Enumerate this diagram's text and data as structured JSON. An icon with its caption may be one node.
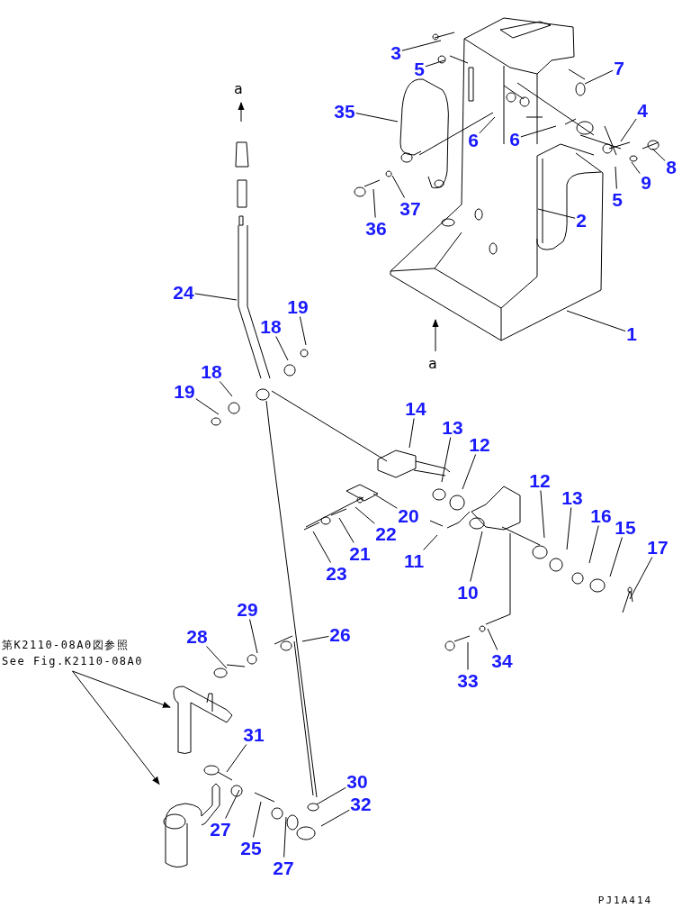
{
  "diagram": {
    "nodes": [
      {
        "text": [
          "3"
        ]
      },
      {
        "text": [
          "5"
        ]
      },
      {
        "text": [
          "7"
        ]
      },
      {
        "text": [
          "35"
        ]
      },
      {
        "text": [
          "4"
        ]
      },
      {
        "text": [
          "6"
        ]
      },
      {
        "text": [
          "6"
        ]
      },
      {
        "text": [
          "8"
        ]
      },
      {
        "text": [
          "9"
        ]
      },
      {
        "text": [
          "5"
        ]
      },
      {
        "text": [
          "2"
        ]
      },
      {
        "text": [
          "37"
        ]
      },
      {
        "text": [
          "36"
        ]
      },
      {
        "text": [
          "1"
        ]
      },
      {
        "text": [
          "24"
        ]
      },
      {
        "text": [
          "19"
        ]
      },
      {
        "text": [
          "18"
        ]
      },
      {
        "text": [
          "18"
        ]
      },
      {
        "text": [
          "19"
        ]
      },
      {
        "text": [
          "14"
        ]
      },
      {
        "text": [
          "13"
        ]
      },
      {
        "text": [
          "12"
        ]
      },
      {
        "text": [
          "20"
        ]
      },
      {
        "text": [
          "22"
        ]
      },
      {
        "text": [
          "21"
        ]
      },
      {
        "text": [
          "23"
        ]
      },
      {
        "text": [
          "11"
        ]
      },
      {
        "text": [
          "10"
        ]
      },
      {
        "text": [
          "12"
        ]
      },
      {
        "text": [
          "13"
        ]
      },
      {
        "text": [
          "16"
        ]
      },
      {
        "text": [
          "15"
        ]
      },
      {
        "text": [
          "17"
        ]
      },
      {
        "text": [
          "33"
        ]
      },
      {
        "text": [
          "34"
        ]
      },
      {
        "text": [
          "29"
        ]
      },
      {
        "text": [
          "26"
        ]
      },
      {
        "text": [
          "28"
        ]
      },
      {
        "text": [
          "31"
        ]
      },
      {
        "text": [
          "27"
        ]
      },
      {
        "text": [
          "25"
        ]
      },
      {
        "text": [
          "27"
        ]
      },
      {
        "text": [
          "30"
        ]
      },
      {
        "text": [
          "32"
        ]
      },
      {
        "text": [
          "第K2110-08A0図参照",
          "See Fig.K2110-08A0"
        ]
      },
      {
        "text": [],
        "shape": "picture"
      },
      {
        "text": [],
        "shape": "picture"
      }
    ],
    "edges": [
      {
        "from": 0,
        "to": null,
        "arrow": "none"
      },
      {
        "from": 1,
        "to": null,
        "arrow": "none"
      },
      {
        "from": 2,
        "to": null,
        "arrow": "none"
      },
      {
        "from": 3,
        "to": null,
        "arrow": "none"
      },
      {
        "from": 4,
        "to": null,
        "arrow": "none"
      },
      {
        "from": 5,
        "to": null,
        "arrow": "none"
      },
      {
        "from": 6,
        "to": null,
        "arrow": "none"
      },
      {
        "from": 7,
        "to": null,
        "arrow": "none"
      },
      {
        "from": 8,
        "to": null,
        "arrow": "none"
      },
      {
        "from": 9,
        "to": null,
        "arrow": "none"
      },
      {
        "from": 10,
        "to": null,
        "arrow": "none"
      },
      {
        "from": 11,
        "to": null,
        "arrow": "none"
      },
      {
        "from": 12,
        "to": null,
        "arrow": "none"
      },
      {
        "from": 13,
        "to": null,
        "arrow": "none"
      },
      {
        "from": 14,
        "to": null,
        "arrow": "none"
      },
      {
        "from": 15,
        "to": null,
        "arrow": "none"
      },
      {
        "from": 16,
        "to": null,
        "arrow": "none"
      },
      {
        "from": 17,
        "to": null,
        "arrow": "none"
      },
      {
        "from": 18,
        "to": null,
        "arrow": "none"
      },
      {
        "from": 19,
        "to": null,
        "arrow": "none"
      },
      {
        "from": 20,
        "to": null,
        "arrow": "none"
      },
      {
        "from": 21,
        "to": null,
        "arrow": "none"
      },
      {
        "from": 22,
        "to": null,
        "arrow": "none"
      },
      {
        "from": 23,
        "to": null,
        "arrow": "none"
      },
      {
        "from": 24,
        "to": null,
        "arrow": "none"
      },
      {
        "from": 25,
        "to": null,
        "arrow": "none"
      },
      {
        "from": 26,
        "to": null,
        "arrow": "none"
      },
      {
        "from": 27,
        "to": null,
        "arrow": "none"
      },
      {
        "from": 28,
        "to": null,
        "arrow": "none"
      },
      {
        "from": 29,
        "to": null,
        "arrow": "none"
      },
      {
        "from": 30,
        "to": null,
        "arrow": "none"
      },
      {
        "from": 31,
        "to": null,
        "arrow": "none"
      },
      {
        "from": 32,
        "to": null,
        "arrow": "none"
      },
      {
        "from": 33,
        "to": null,
        "arrow": "none"
      },
      {
        "from": 34,
        "to": null,
        "arrow": "none"
      },
      {
        "from": 35,
        "to": null,
        "arrow": "none"
      },
      {
        "from": 36,
        "to": null,
        "arrow": "none"
      },
      {
        "from": 37,
        "to": null,
        "arrow": "none"
      },
      {
        "from": 38,
        "to": null,
        "arrow": "none"
      },
      {
        "from": 39,
        "to": null,
        "arrow": "none"
      },
      {
        "from": 40,
        "to": null,
        "arrow": "none"
      },
      {
        "from": 41,
        "to": null,
        "arrow": "none"
      },
      {
        "from": 42,
        "to": null,
        "arrow": "none"
      },
      {
        "from": 43,
        "to": null,
        "arrow": "none"
      },
      {
        "from": 44,
        "to": 45,
        "arrow": "to"
      },
      {
        "from": 44,
        "to": 46,
        "arrow": "to"
      }
    ],
    "labels": [
      "a",
      "a",
      "PJ1A414"
    ]
  }
}
